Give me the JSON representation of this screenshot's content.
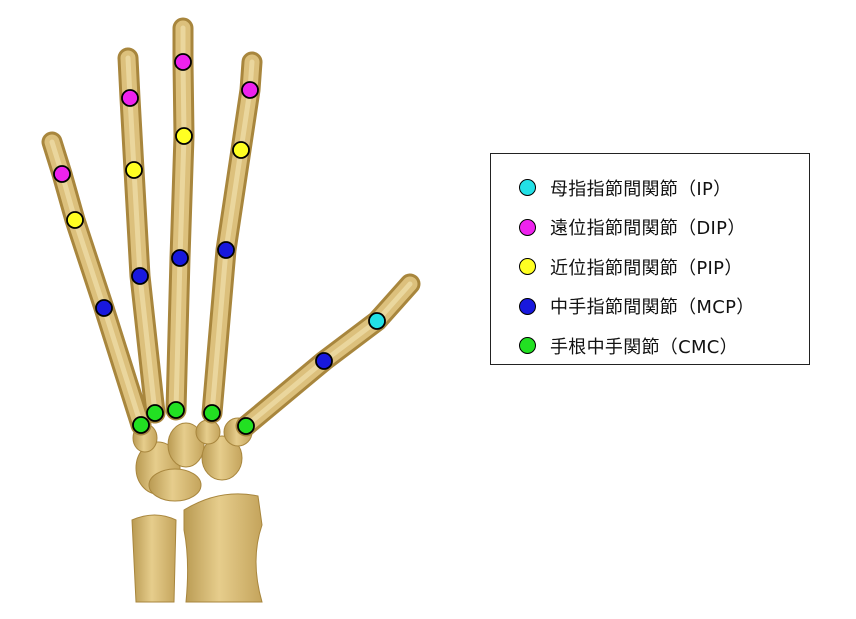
{
  "colors": {
    "bone": "#d9bb73",
    "bone_shade": "#b9974c",
    "bone_light": "#ecd9a0",
    "outline": "#000000"
  },
  "legend": {
    "items": [
      {
        "key": "IP",
        "label": "母指指節間関節（IP）",
        "color": "#22e0e6"
      },
      {
        "key": "DIP",
        "label": "遠位指節間関節（DIP）",
        "color": "#ee22ee"
      },
      {
        "key": "PIP",
        "label": "近位指節間関節（PIP）",
        "color": "#ffff22"
      },
      {
        "key": "MCP",
        "label": "中手指節間関節（MCP）",
        "color": "#1818dd"
      },
      {
        "key": "CMC",
        "label": "手根中手関節（CMC）",
        "color": "#22e022"
      }
    ]
  }
}
